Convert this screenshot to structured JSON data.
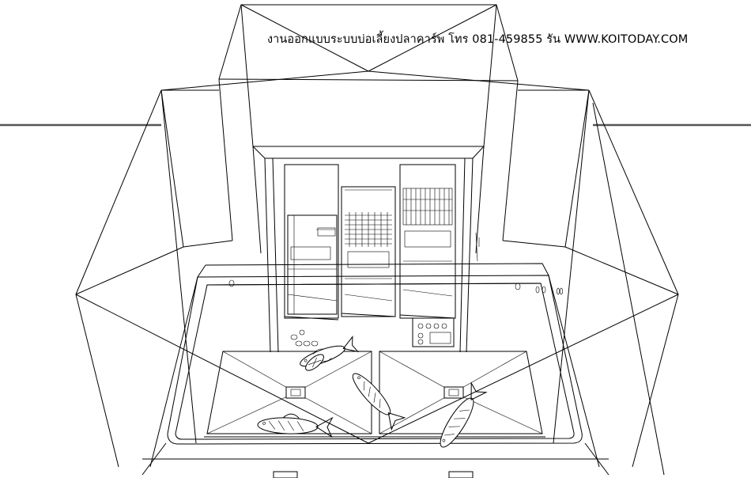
{
  "caption": "งานออกแบบระบบบ่อเลี้ยงปลาคาร์พ โทร 081-459855 รัน WWW.KOITODAY.COM",
  "colors": {
    "line": "#000000",
    "background": "#ffffff",
    "horizon": "#555555"
  },
  "drawing": {
    "subject": "koi-pond-filter-system-perspective",
    "fish_count": 5,
    "filter_chambers": 3,
    "bottom_drains": 2
  }
}
